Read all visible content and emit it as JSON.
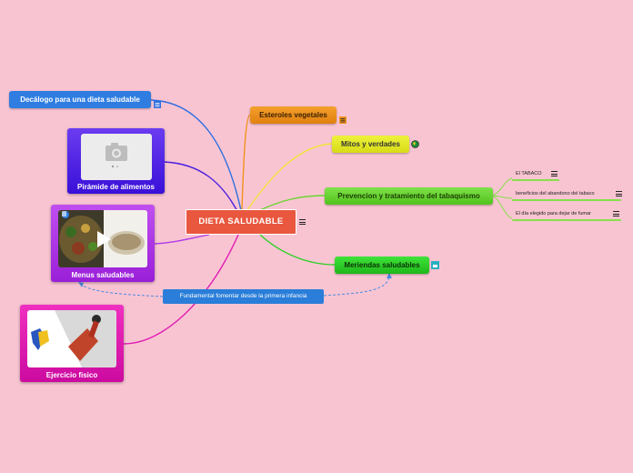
{
  "central": {
    "label": "DIETA SALUDABLE"
  },
  "left_topics": {
    "decalogo": "Decálogo para una dieta saludable",
    "piramide": "Pirámide de alimentos",
    "menus": "Menus saludables",
    "ejercicio": "Ejercicio fisico"
  },
  "right_topics": {
    "esteroles": "Esteroles vegetales",
    "mitos": "Mitos y verdades",
    "prevencion": "Prevencion y tratamiento del tabaquismo",
    "meriendas": "Meriendas saludables"
  },
  "sub_topics": {
    "tabaco": "El TABACO",
    "beneficios": "beneficios del abandono del tabaco",
    "dia": "El día elegido para dejar de fumar"
  },
  "relationship": {
    "label": "Fundamental fomentar desde la primera infancia"
  },
  "colors": {
    "background": "#f9c4d2",
    "central": "#e9573f",
    "decalogo": "#2f7de1",
    "piramide": "#4a1fe0",
    "menus": "#b03be8",
    "ejercicio": "#e01bb3",
    "esteroles": "#ee931e",
    "mitos": "#e3e62a",
    "prevencion": "#68d632",
    "meriendas": "#2fd029"
  },
  "icons": {
    "note": "note-icon",
    "globe": "globe-icon",
    "link": "link-icon",
    "camera": "camera-icon",
    "play": "play-icon"
  }
}
